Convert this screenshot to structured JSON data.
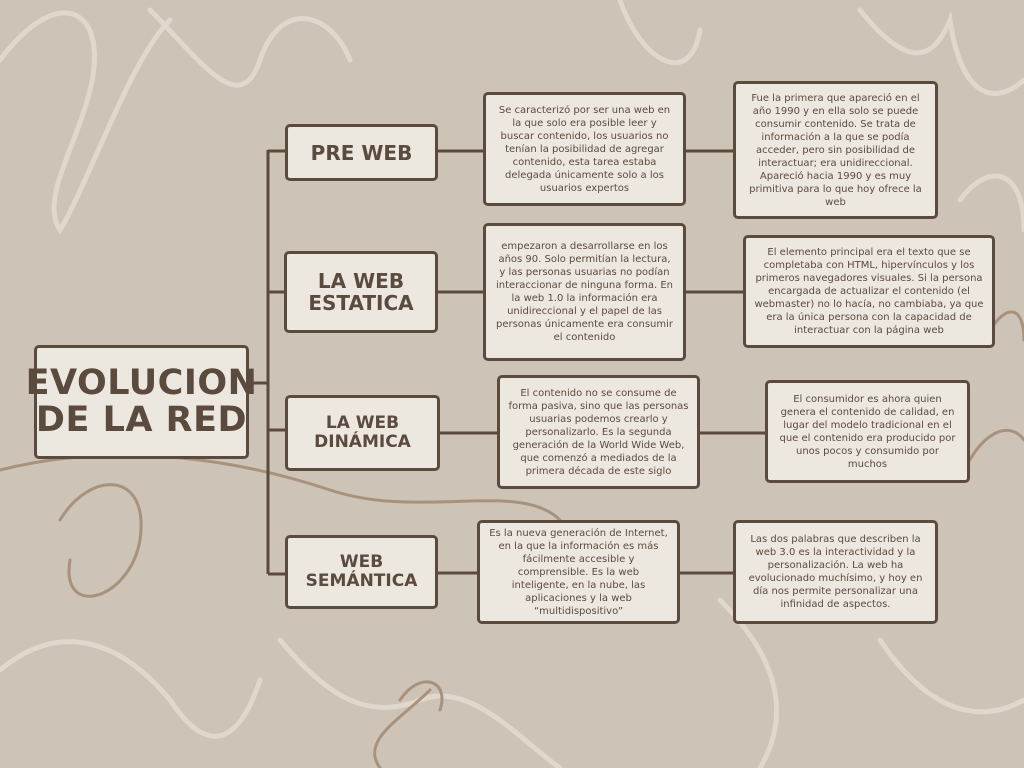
{
  "colors": {
    "background": "#cdc3b6",
    "box_fill": "#ece7df",
    "ink": "#5b4b3e",
    "decor": "#e0d8cd"
  },
  "main": {
    "title": "EVOLUCION DE LA RED"
  },
  "branches": [
    {
      "title": "PRE WEB",
      "desc1": "Se caracterizó por ser una web en la que solo era posible leer y buscar contenido, los usuarios no tenían la posibilidad de agregar contenido, esta tarea estaba delegada únicamente solo a los usuarios expertos",
      "desc2": "Fue la primera que apareció en el año 1990 y en ella solo se puede consumir contenido. Se trata de información a la que se podía acceder, pero sin posibilidad de interactuar; era unidireccional. Apareció hacia 1990 y es muy primitiva para lo que hoy ofrece la web"
    },
    {
      "title": "LA WEB ESTATICA",
      "desc1": "empezaron a desarrollarse en los años 90. Solo permitían la lectura, y las personas usuarias no podían interaccionar de ninguna forma. En la web 1.0 la información era unidireccional y el papel de las personas únicamente era consumir el contenido",
      "desc2": "El elemento principal era el texto que se completaba con HTML, hipervínculos y los primeros navegadores visuales. Si la persona encargada de actualizar el contenido (el webmaster) no lo hacía, no cambiaba, ya que era la única persona con la capacidad de interactuar con la página web"
    },
    {
      "title": "LA WEB DINÁMICA",
      "desc1": "El contenido no se consume de forma pasiva, sino que las personas usuarias podemos crearlo y personalizarlo. Es la segunda generación de la World Wide Web, que comenzó a mediados de la primera década de este siglo",
      "desc2": "El consumidor es ahora quien genera el contenido de calidad, en lugar del modelo tradicional en el que el contenido era producido por unos pocos y consumido por muchos"
    },
    {
      "title": "WEB SEMÁNTICA",
      "desc1": "Es la nueva generación de Internet, en la que la información es más fácilmente accesible y comprensible. Es la web inteligente, en la nube, las aplicaciones y la web “multidispositivo”",
      "desc2": "Las dos palabras que describen la web 3.0 es la interactividad y la personalización. La web ha evolucionado muchísimo, y hoy en día nos permite personalizar una infinidad de aspectos."
    }
  ]
}
